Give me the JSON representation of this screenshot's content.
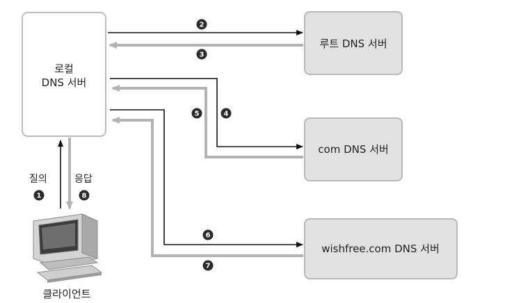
{
  "local_server": {
    "label_line1": "로컬",
    "label_line2": "DNS 서버"
  },
  "root_server": {
    "label": "루트 DNS 서버"
  },
  "com_server": {
    "label": "com DNS 서버"
  },
  "wishfree_server": {
    "label": "wishfree.com DNS 서버"
  },
  "client": {
    "label": "클라이언트"
  },
  "query": {
    "label": "질의",
    "step": "1"
  },
  "response": {
    "label": "응답",
    "step": "8"
  },
  "steps": {
    "s2": "2",
    "s3": "3",
    "s4": "4",
    "s5": "5",
    "s6": "6",
    "s7": "7"
  },
  "colors": {
    "box_fill": "#e2e2e2",
    "box_stroke": "#b8b8b8",
    "local_fill": "#ffffff",
    "request_arrow": "#111111",
    "response_arrow": "#b3b3b3",
    "step_circle": "#2a2a2a"
  }
}
